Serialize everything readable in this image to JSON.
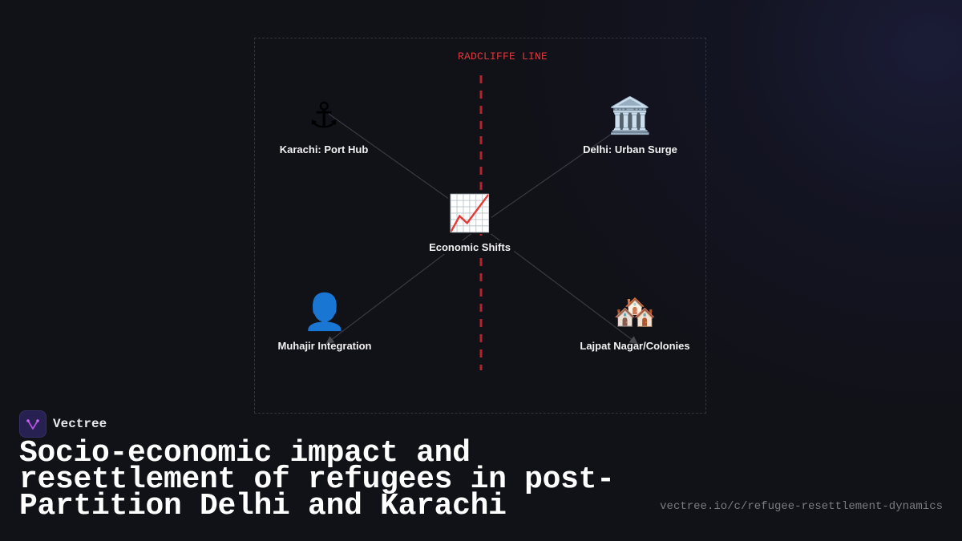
{
  "diagram": {
    "divider_label": "RADCLIFFE LINE",
    "divider_color": "#e0383b",
    "center_node": {
      "id": "economic-shifts",
      "icon": "chart-increasing-icon",
      "glyph": "📈",
      "label": "Economic Shifts"
    },
    "nodes": [
      {
        "id": "karachi",
        "icon": "anchor-icon",
        "glyph": "⚓",
        "label": "Karachi: Port Hub",
        "side": "left"
      },
      {
        "id": "delhi",
        "icon": "classical-building-icon",
        "glyph": "🏛️",
        "label": "Delhi: Urban Surge",
        "side": "right"
      },
      {
        "id": "muhajir",
        "icon": "person-silhouette-icon",
        "glyph": "👤",
        "label": "Muhajir Integration",
        "side": "left"
      },
      {
        "id": "lajpat",
        "icon": "houses-icon",
        "glyph": "🏘️",
        "label": "Lajpat Nagar/Colonies",
        "side": "right"
      }
    ],
    "edges": [
      {
        "from": "karachi",
        "to": "economic-shifts",
        "arrow": false
      },
      {
        "from": "delhi",
        "to": "economic-shifts",
        "arrow": false
      },
      {
        "from": "economic-shifts",
        "to": "muhajir",
        "arrow": true
      },
      {
        "from": "economic-shifts",
        "to": "lajpat",
        "arrow": true
      }
    ]
  },
  "brand": {
    "name": "Vectree",
    "logo_color": "#b44fe0"
  },
  "title": "Socio-economic impact and resettlement of refugees in post-Partition Delhi and Karachi",
  "url": "vectree.io/c/refugee-resettlement-dynamics"
}
